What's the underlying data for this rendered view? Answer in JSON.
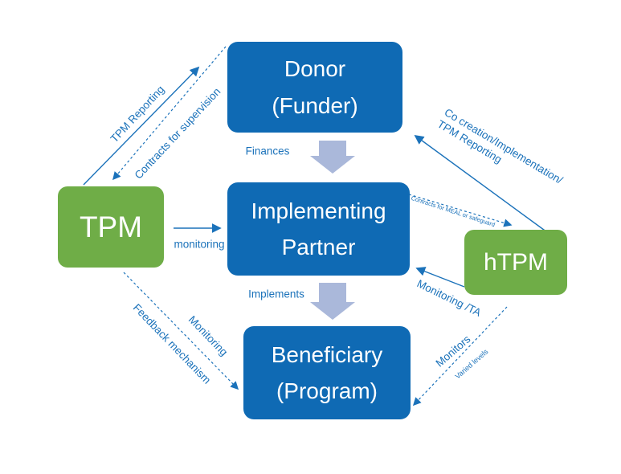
{
  "colors": {
    "box_blue": "#0f6ab4",
    "box_green": "#6fad47",
    "accent_blue": "#1b72ba",
    "block_arrow_fill": "#aab8da",
    "background": "#ffffff"
  },
  "nodes": {
    "donor": {
      "line1": "Donor",
      "line2": "(Funder)"
    },
    "tpm": {
      "label": "TPM"
    },
    "implementing_partner": {
      "line1": "Implementing",
      "line2": "Partner"
    },
    "htpm": {
      "label": "hTPM"
    },
    "beneficiary": {
      "line1": "Beneficiary",
      "line2": "(Program)"
    }
  },
  "edge_labels": {
    "tpm_reporting": "TPM Reporting",
    "contracts_for_supervision": "Contracts for supervision",
    "finances": "Finances",
    "monitoring_tpm_to_ip": "monitoring",
    "contracts_for_meal": "Contracts for MEAL or safeguard",
    "co_creation_line1": "Co creation/Implementation/",
    "co_creation_line2": "TPM Reporting",
    "monitoring_ta": "Monitoring /TA",
    "implements": "Implements",
    "monitoring_tpm_to_beneficiary": "Monitoring",
    "feedback_mechanism": "Feedback mechanism",
    "monitors": "Monitors",
    "varied_levels": "Varied levels"
  }
}
